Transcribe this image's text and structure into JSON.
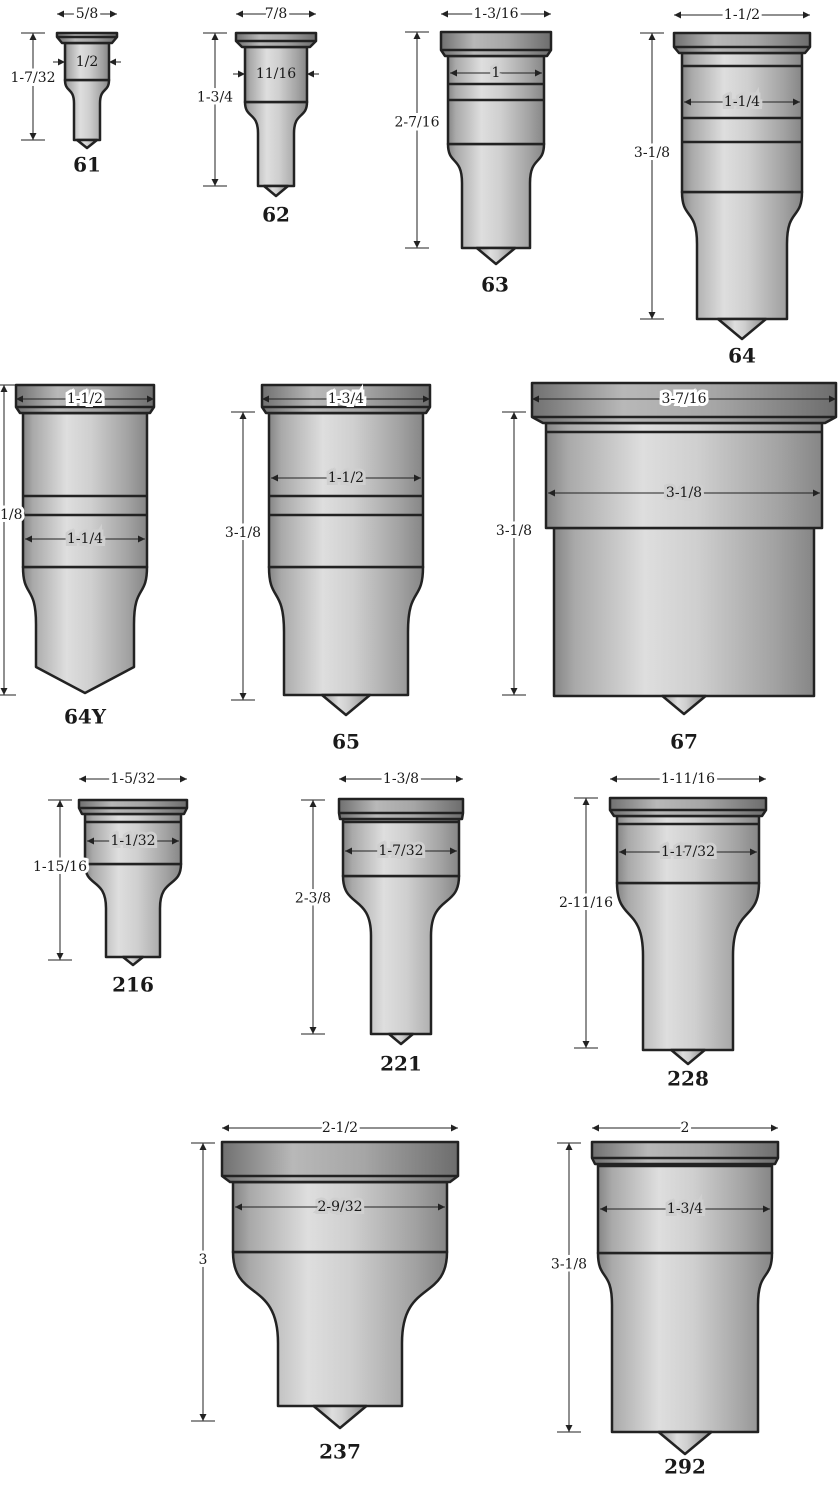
{
  "diagram": {
    "punches": [
      {
        "id": "61",
        "label": "61",
        "dims": [
          "5/8",
          "1/2",
          "1-7/32"
        ]
      },
      {
        "id": "62",
        "label": "62",
        "dims": [
          "7/8",
          "11/16",
          "1-3/4"
        ]
      },
      {
        "id": "63",
        "label": "63",
        "dims": [
          "1-3/16",
          "1",
          "2-7/16"
        ]
      },
      {
        "id": "64",
        "label": "64",
        "dims": [
          "1-1/2",
          "1-1/4",
          "3-1/8"
        ]
      },
      {
        "id": "64Y",
        "label": "64Y",
        "dims": [
          "1-1/2",
          "1-1/4",
          "1/8"
        ]
      },
      {
        "id": "65",
        "label": "65",
        "dims": [
          "1-3/4",
          "1-1/2",
          "3-1/8"
        ]
      },
      {
        "id": "67",
        "label": "67",
        "dims": [
          "3-7/16",
          "3-1/8",
          "3-1/8"
        ]
      },
      {
        "id": "216",
        "label": "216",
        "dims": [
          "1-5/32",
          "1-1/32",
          "1-15/16"
        ]
      },
      {
        "id": "221",
        "label": "221",
        "dims": [
          "1-3/8",
          "1-7/32",
          "2-3/8"
        ]
      },
      {
        "id": "228",
        "label": "228",
        "dims": [
          "1-11/16",
          "1-17/32",
          "2-11/16"
        ]
      },
      {
        "id": "237",
        "label": "237",
        "dims": [
          "2-1/2",
          "2-9/32",
          "3"
        ]
      },
      {
        "id": "292",
        "label": "292",
        "dims": [
          "2",
          "1-3/4",
          "3-1/8"
        ]
      }
    ]
  }
}
